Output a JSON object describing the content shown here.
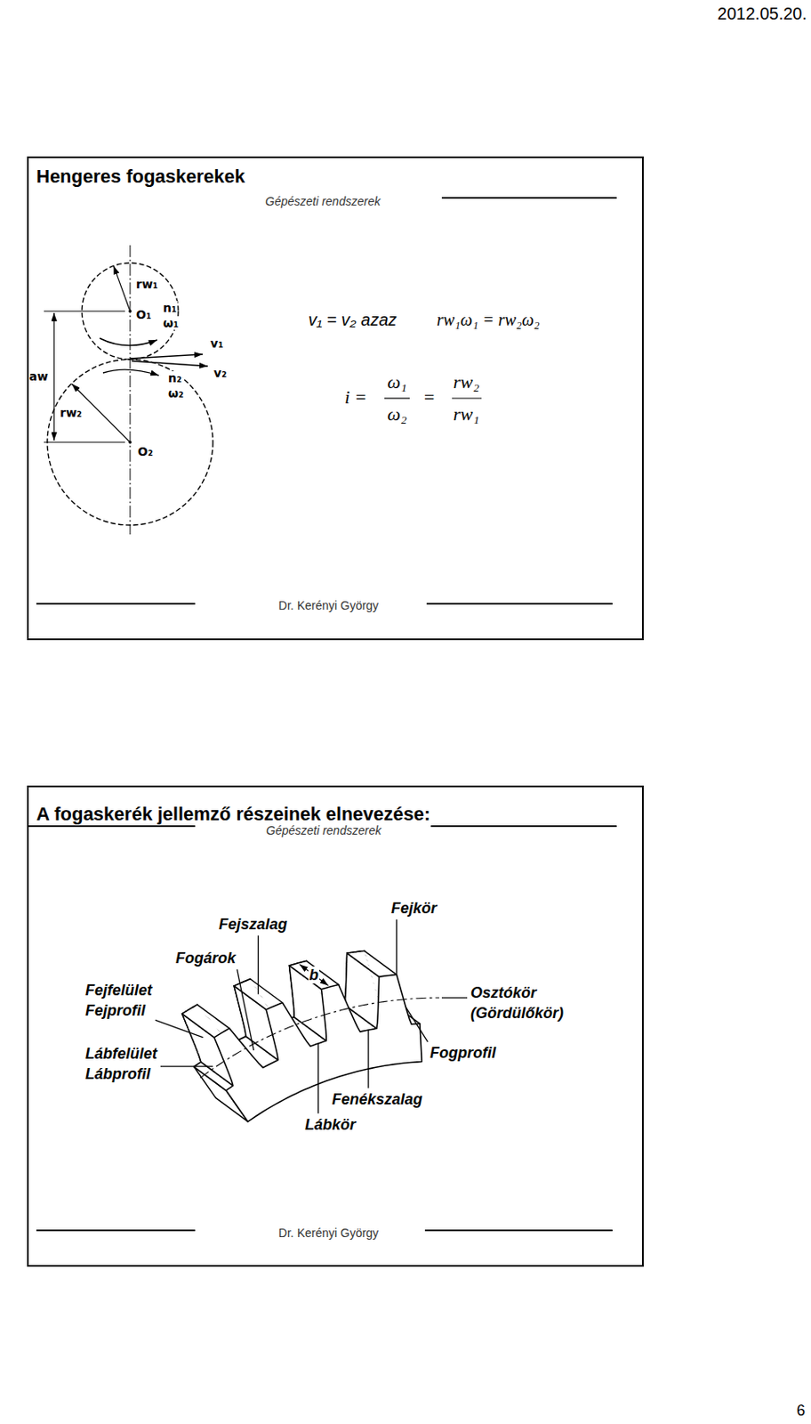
{
  "diagram": {
    "nodes": [
      {
        "text": [
          "Hengeres fogaskerekek",
          "Gépészeti rendszerek",
          "Dr. Kerényi György"
        ]
      },
      {
        "text": [
          "A fogaskerék jellemző részeinek elnevezése:",
          "Gépészeti rendszerek",
          "Dr. Kerényi György"
        ]
      }
    ],
    "labels": [
      "2012.05.20.",
      "v₁ = v₂ azaz",
      "rw₁ω₁ = rw₂ω₂",
      "i =",
      "ω₁",
      "ω₂",
      "=",
      "rw₂",
      "rw₁",
      "rw₁",
      "O₁",
      "n₁",
      "ω₁",
      "v₁",
      "v₂",
      "aw",
      "n₂",
      "ω₂",
      "rw₂",
      "O₂",
      "Fejszalag",
      "Fejkör",
      "Fogárok",
      "b",
      "Fejfelület",
      "Fejprofil",
      "Osztókör",
      "(Gördülőkör)",
      "Lábfelület",
      "Lábprofil",
      "Fogprofil",
      "Fenékszalag",
      "Lábkör",
      "6"
    ]
  }
}
